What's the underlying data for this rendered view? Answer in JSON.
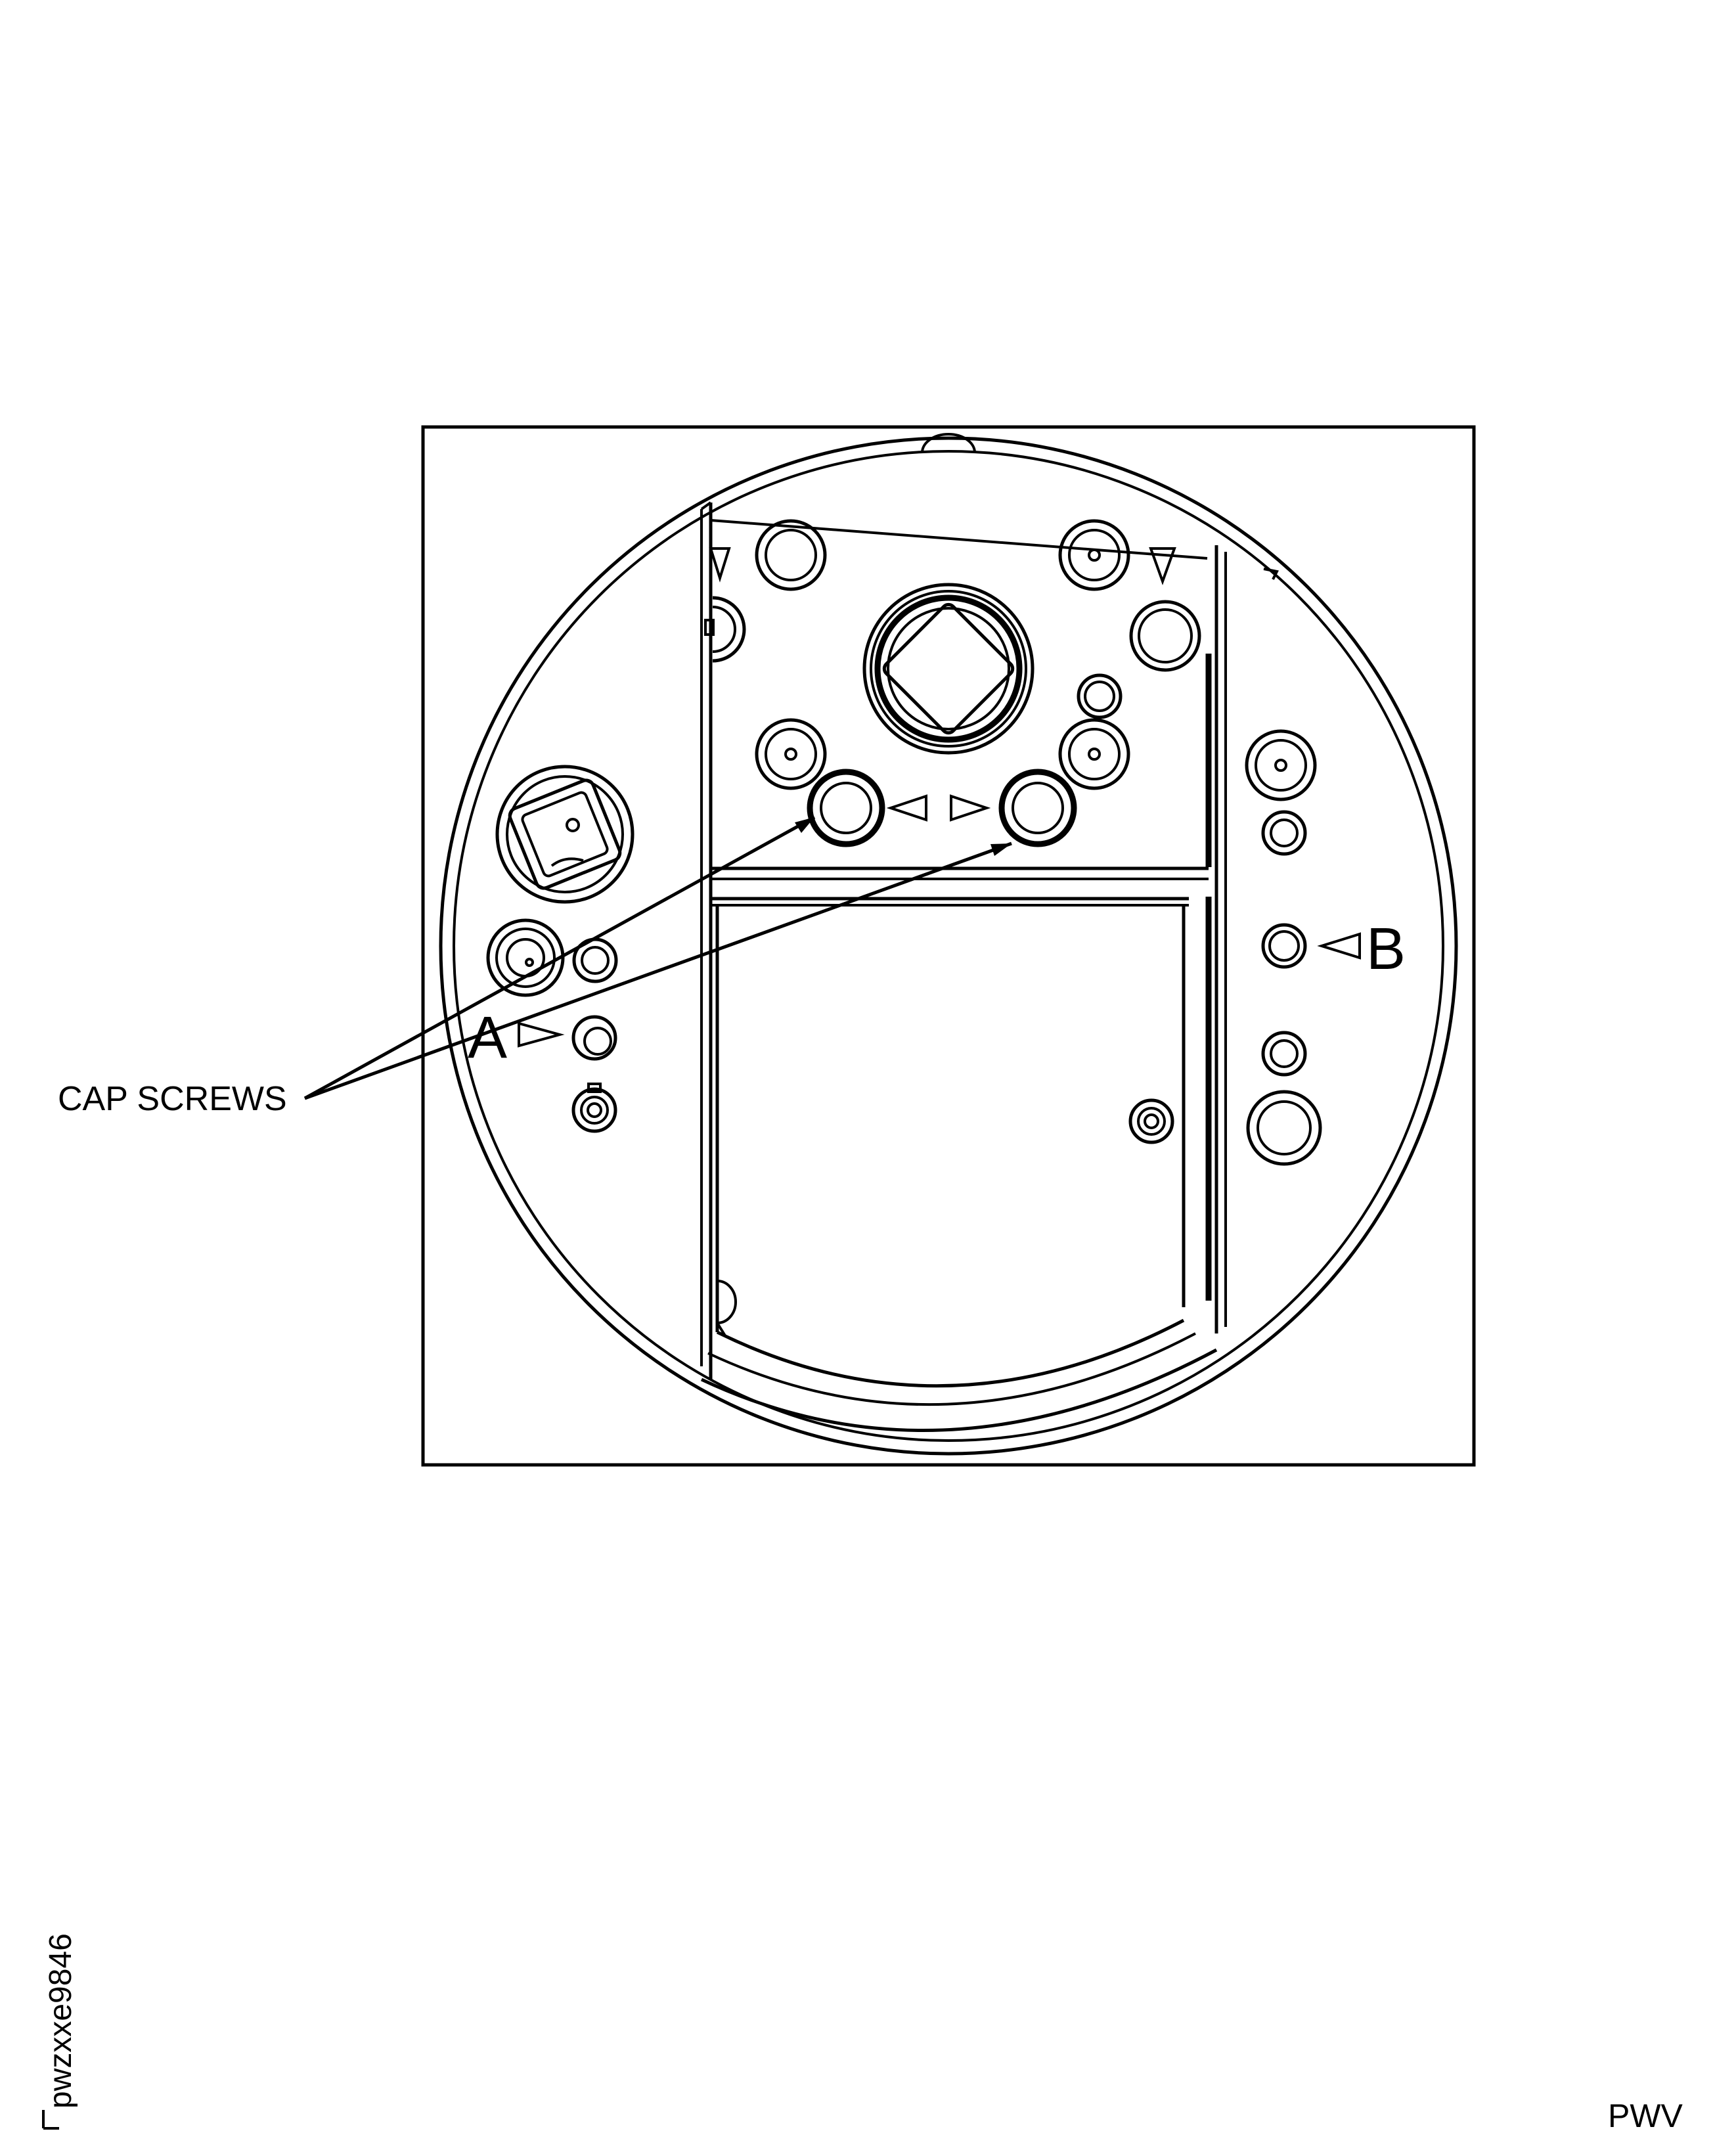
{
  "figure": {
    "callout_label": "CAP SCREWS",
    "position_label_a": "A",
    "position_label_b": "B",
    "figure_id": "pwzxxe9846",
    "corner_code": "PWV"
  },
  "colors": {
    "ink": "#000000",
    "paper": "#ffffff"
  }
}
